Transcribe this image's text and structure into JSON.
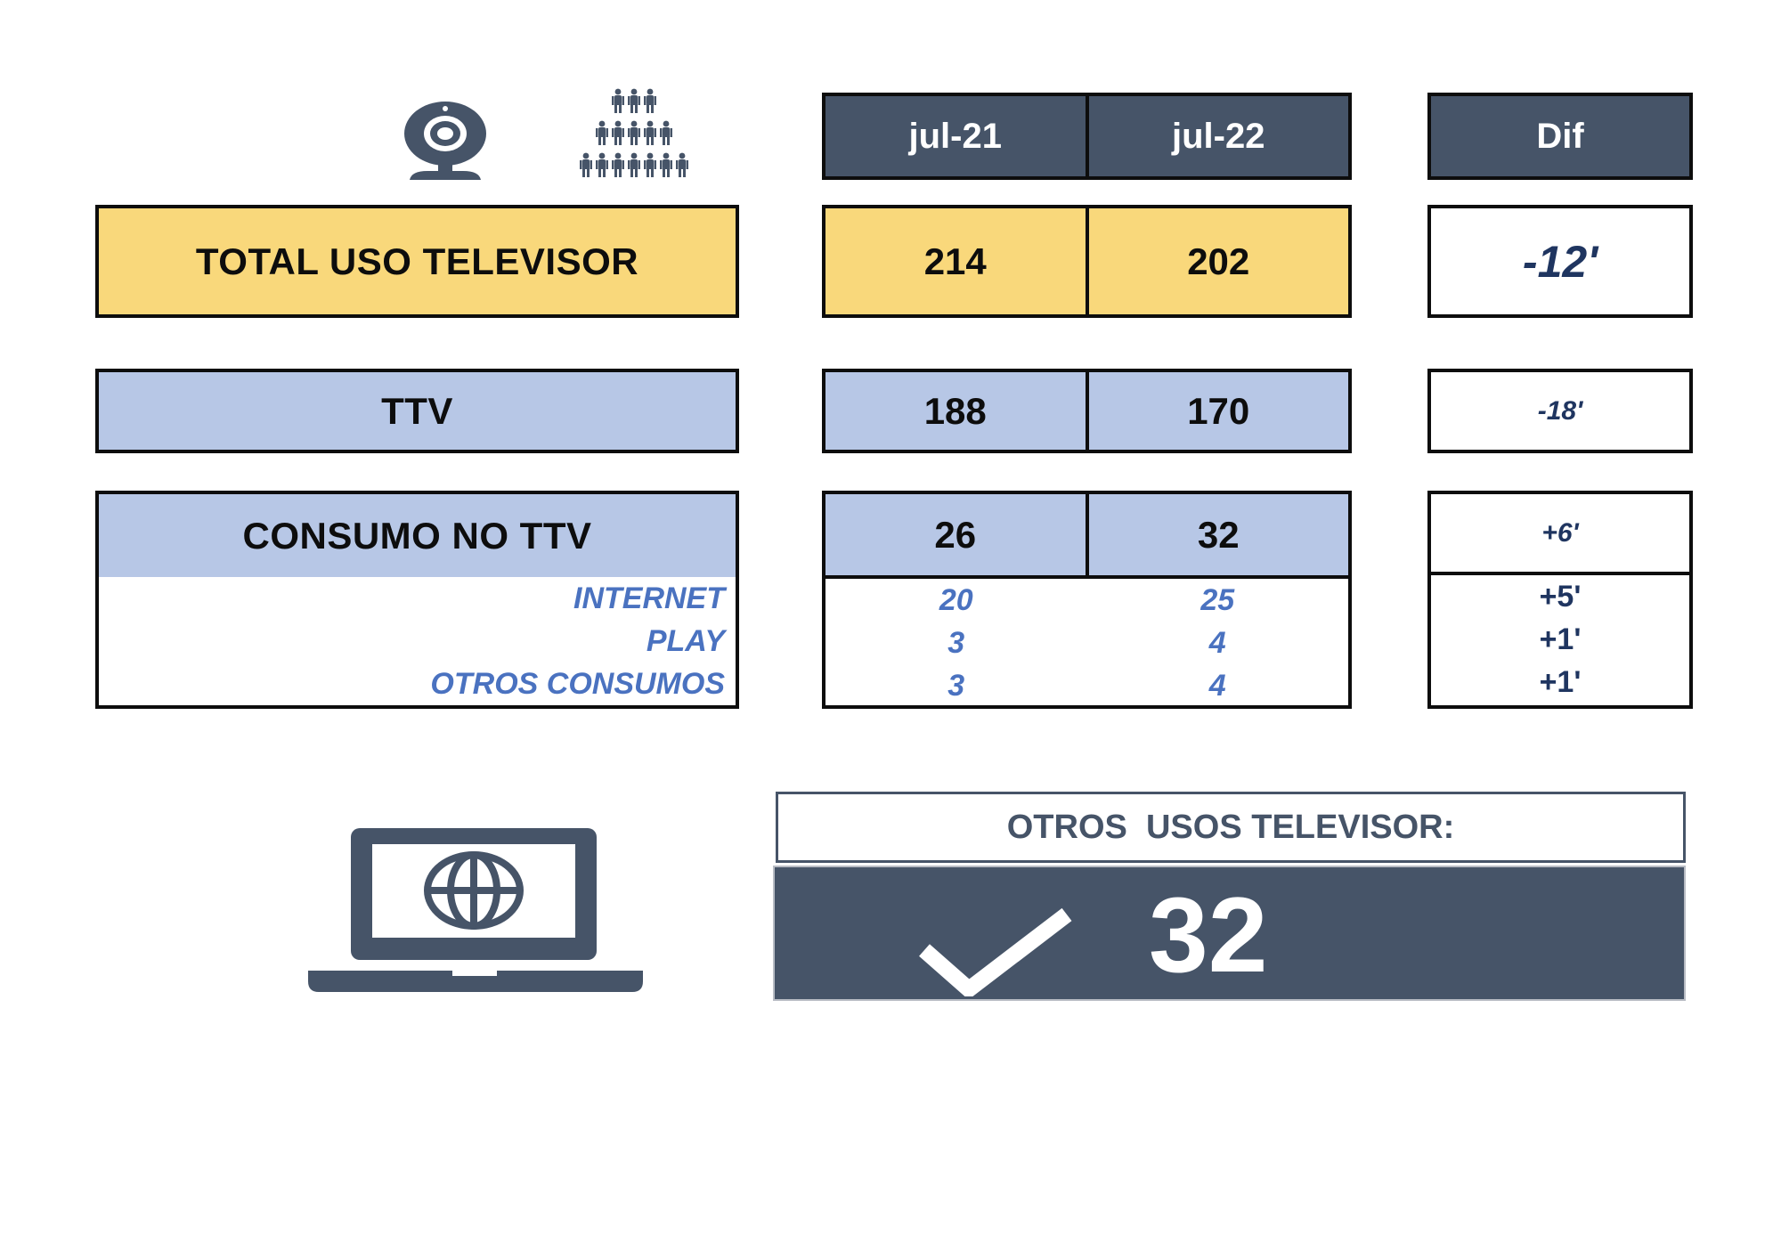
{
  "icons": {
    "webcam": "webcam-icon",
    "audience": "people-crowd-icon",
    "laptop": "laptop-globe-icon",
    "check": "checkmark-icon"
  },
  "header": {
    "col1": "jul-21",
    "col2": "jul-22",
    "dif": "Dif"
  },
  "rows": {
    "total": {
      "label": "TOTAL USO TELEVISOR",
      "jul21": "214",
      "jul22": "202",
      "dif": "-12'"
    },
    "ttv": {
      "label": "TTV",
      "jul21": "188",
      "jul22": "170",
      "dif": "-18'"
    },
    "consumo": {
      "label": "CONSUMO NO TTV",
      "jul21": "26",
      "jul22": "32",
      "dif": "+6'",
      "items": [
        {
          "label": "INTERNET",
          "jul21": "20",
          "jul22": "25",
          "dif": "+5'"
        },
        {
          "label": "PLAY",
          "jul21": "3",
          "jul22": "4",
          "dif": "+1'"
        },
        {
          "label": "OTROS CONSUMOS",
          "jul21": "3",
          "jul22": "4",
          "dif": "+1'"
        }
      ]
    }
  },
  "otros_usos": {
    "title": "OTROS  USOS TELEVISOR:",
    "value": "32"
  },
  "colors": {
    "dark_slate": "#465468",
    "yellow": "#f9d87b",
    "light_blue": "#b7c7e6",
    "italic_blue": "#4a72c0",
    "navy": "#1f3560"
  }
}
